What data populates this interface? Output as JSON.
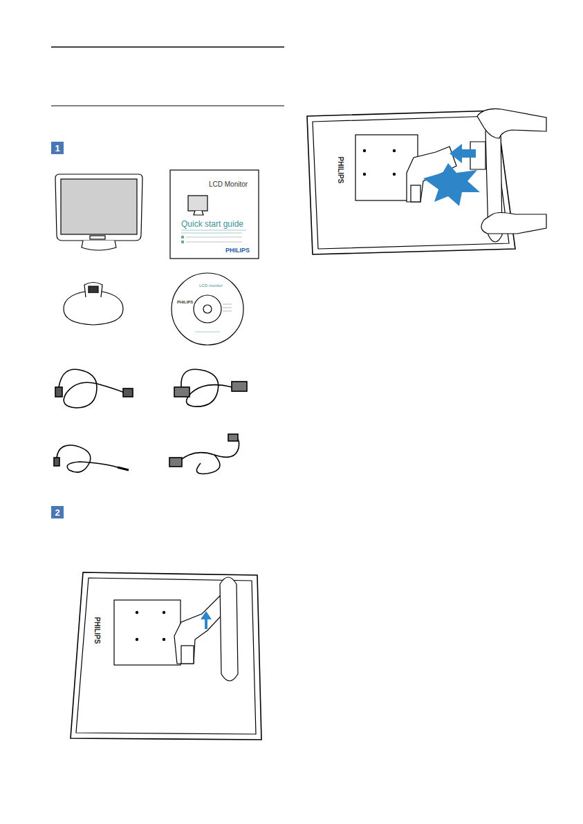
{
  "diagram": {
    "nodes": [
      {
        "text": [
          "1"
        ]
      },
      {
        "text": [
          "2"
        ]
      }
    ],
    "labels": [
      "LCD Monitor",
      "Quick start guide",
      "PHILIPS",
      "LCD monitor",
      "PHILIPS",
      "PHILIPS",
      "PHILIPS"
    ]
  }
}
